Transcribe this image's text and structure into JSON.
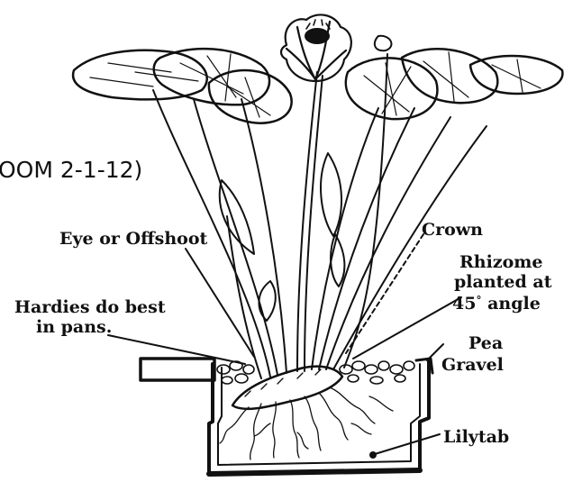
{
  "caption": "OOM 2-1-12)",
  "labels": {
    "eye": "Eye or Offshoot",
    "hardies_line1": "Hardies do best",
    "hardies_line2": "in pans.",
    "crown": "Crown",
    "rhizome_line1": "Rhizome",
    "rhizome_line2": "planted at",
    "rhizome_line3_num": "45",
    "rhizome_line3_deg": "°",
    "rhizome_line3_word": "angle",
    "pea_line1": "Pea",
    "pea_line2": "Gravel",
    "lilytab": "Lilytab"
  },
  "colors": {
    "ink": "#111111",
    "paper": "#ffffff"
  }
}
